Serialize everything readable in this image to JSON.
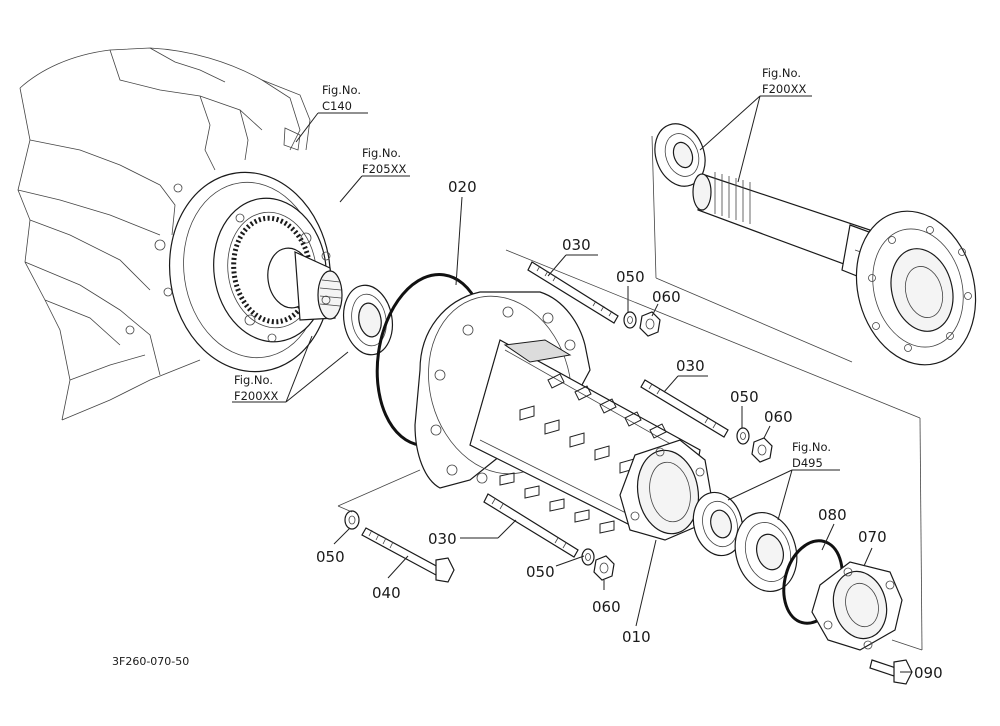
{
  "figure": {
    "code": "3F260-070-50",
    "fig_refs": [
      {
        "prefix": "Fig.No.",
        "number": "C140"
      },
      {
        "prefix": "Fig.No.",
        "number": "F205XX"
      },
      {
        "prefix": "Fig.No.",
        "number": "F200XX"
      },
      {
        "prefix": "Fig.No.",
        "number": "F200XX"
      },
      {
        "prefix": "Fig.No.",
        "number": "D495"
      }
    ],
    "callouts": [
      "020",
      "030",
      "050",
      "060",
      "030",
      "050",
      "060",
      "050",
      "040",
      "030",
      "050",
      "060",
      "010",
      "080",
      "070",
      "090"
    ]
  }
}
